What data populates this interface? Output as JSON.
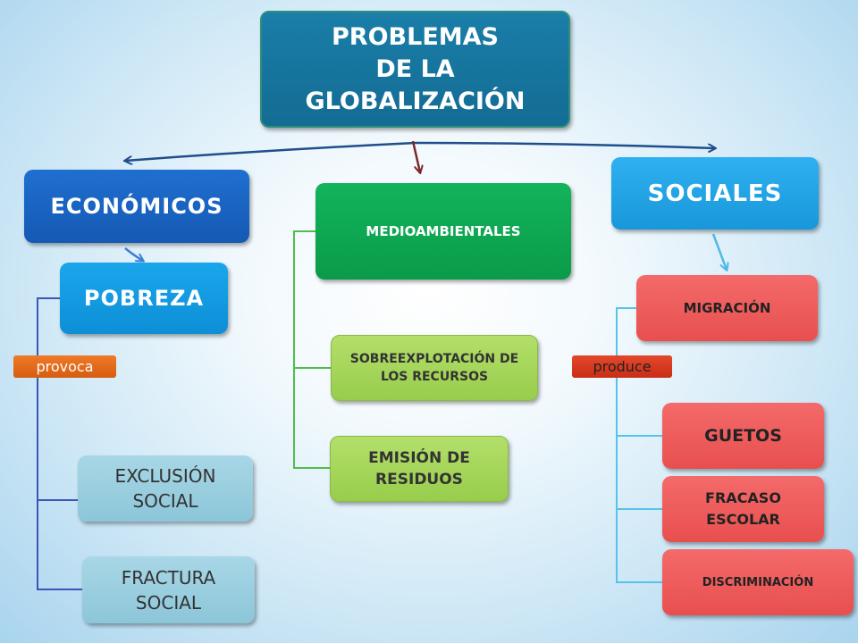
{
  "diagram": {
    "title": "PROBLEMAS\nDE LA\nGLOBALIZACIÓN",
    "categories": {
      "economicos": "ECONÓMICOS",
      "medioambientales": "MEDIOAMBIENTALES",
      "sociales": "SOCIALES"
    },
    "economicos_branch": {
      "main": "POBREZA",
      "connector": "provoca",
      "items": [
        "EXCLUSIÓN\nSOCIAL",
        "FRACTURA\nSOCIAL"
      ]
    },
    "medioambientales_branch": {
      "items": [
        "SOBREEXPLOTACIÓN DE\nLOS RECURSOS",
        "EMISIÓN DE\nRESIDUOS"
      ]
    },
    "sociales_branch": {
      "connector": "produce",
      "items": [
        "MIGRACIÓN",
        "GUETOS",
        "FRACASO\nESCOLAR",
        "DISCRIMINACIÓN"
      ]
    }
  },
  "colors": {
    "title": "#136c93",
    "economicos": "#1559b3",
    "medioambientales": "#0a9b49",
    "sociales": "#1898da",
    "pobreza": "#0d8fd6",
    "light_blue": "#8cc6d9",
    "light_green": "#98cd4c",
    "red": "#e84f4f",
    "provoca": "#d75c10",
    "produce": "#c82f16"
  }
}
